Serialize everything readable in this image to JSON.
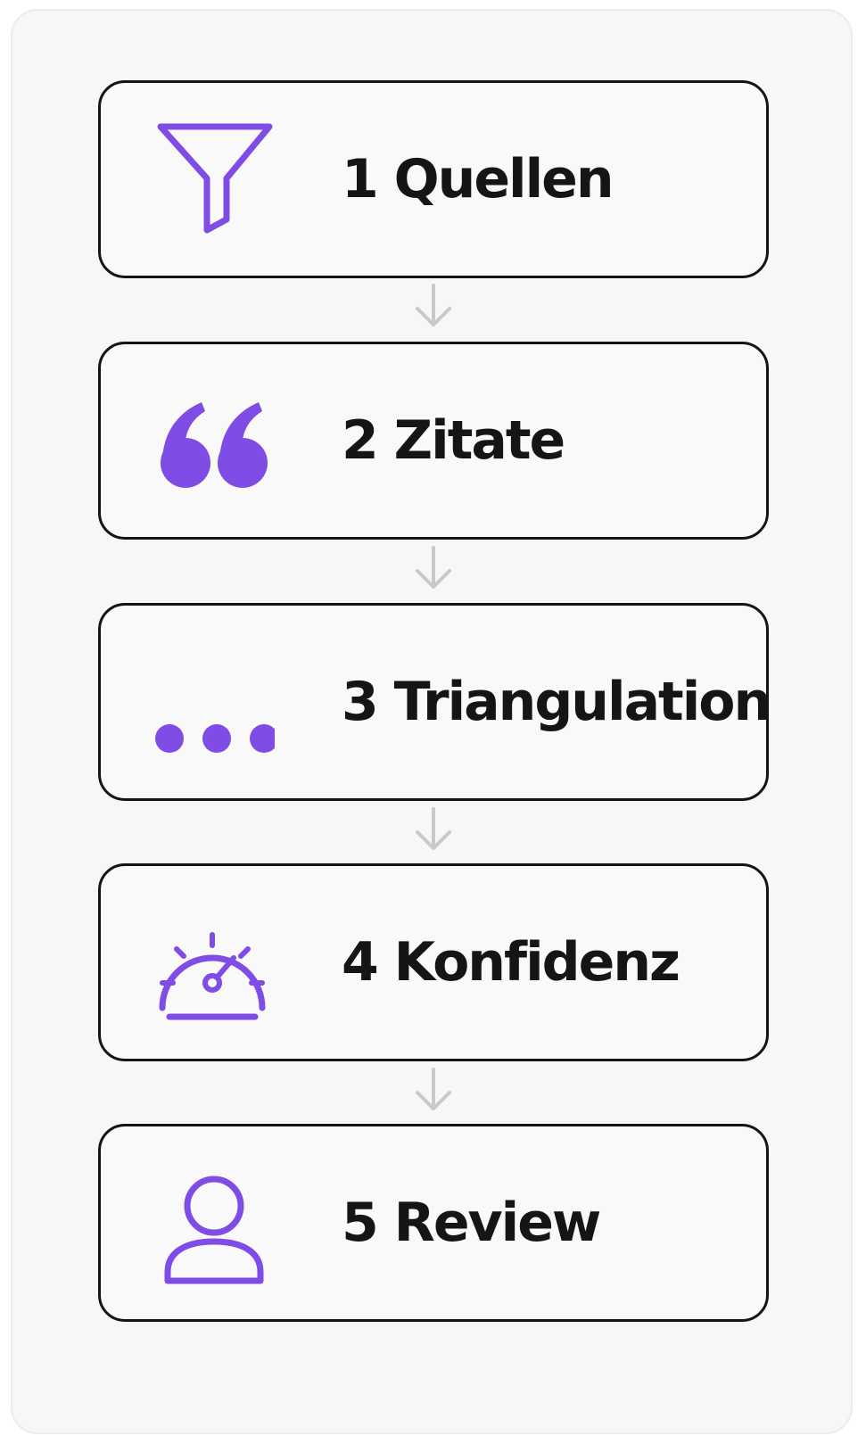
{
  "accent_color": "#7f4ce6",
  "arrow_color": "#c9c9c9",
  "steps": [
    {
      "label": "1 Quellen",
      "icon": "filter-icon"
    },
    {
      "label": "2 Zitate",
      "icon": "quote-icon"
    },
    {
      "label": "3 Triangulation",
      "icon": "dots-icon"
    },
    {
      "label": "4 Konfidenz",
      "icon": "gauge-icon"
    },
    {
      "label": "5 Review",
      "icon": "user-icon"
    }
  ]
}
